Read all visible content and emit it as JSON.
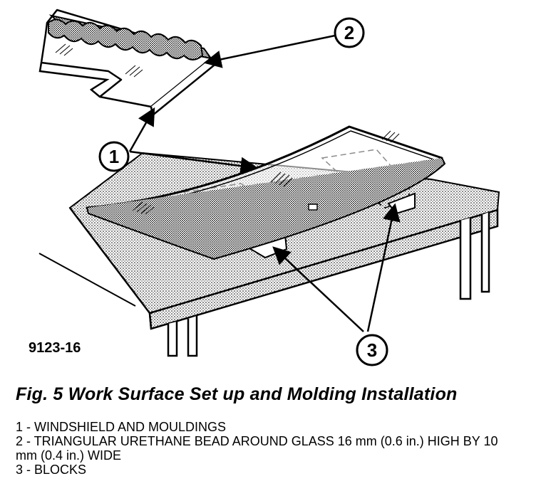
{
  "figure": {
    "id": "9123-16",
    "caption": "Fig. 5 Work Surface Set up and Molding Installation"
  },
  "callouts": {
    "c1": "1",
    "c2": "2",
    "c3": "3"
  },
  "legend": [
    {
      "text": "1 - WINDSHIELD AND MOULDINGS"
    },
    {
      "text": "2 - TRIANGULAR URETHANE BEAD AROUND GLASS 16 mm (0.6 in.) HIGH BY 10 mm (0.4 in.) WIDE"
    },
    {
      "text": "3 - BLOCKS"
    }
  ]
}
